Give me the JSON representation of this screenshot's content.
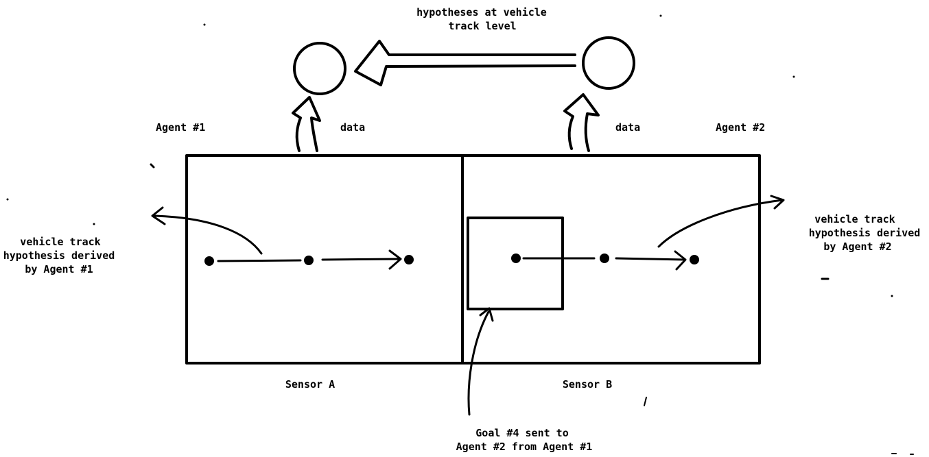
{
  "labels": {
    "top_line1": "hypotheses at vehicle",
    "top_line2": "track level",
    "agent1": "Agent #1",
    "agent2": "Agent #2",
    "data_left": "data",
    "data_right": "data",
    "left_line1": "vehicle track",
    "left_line2": "hypothesis derived",
    "left_line3": "by Agent #1",
    "right_line1": "vehicle track",
    "right_line2": "hypothesis derived",
    "right_line3": "by Agent #2",
    "sensor_a": "Sensor A",
    "sensor_b": "Sensor B",
    "goal_line1": "Goal #4 sent to",
    "goal_line2": "Agent #2 from Agent #1"
  }
}
